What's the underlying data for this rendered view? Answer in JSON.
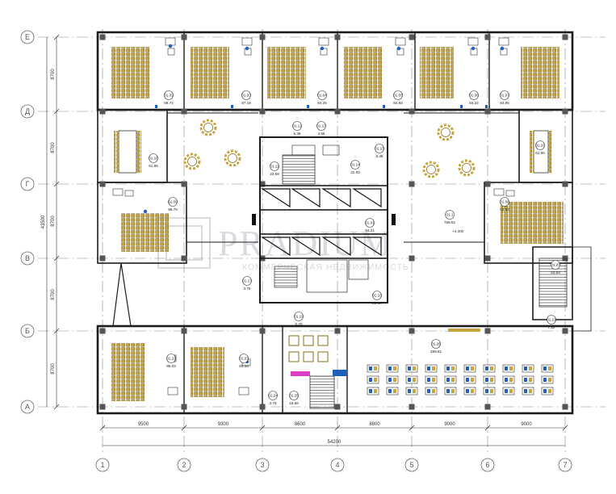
{
  "watermark": {
    "brand": "PRADIUM",
    "tagline": "КОММЕРЧЕСКАЯ НЕДВИЖИМОСТЬ"
  },
  "axes": {
    "rows": [
      "Е",
      "Д",
      "Г",
      "В",
      "Б",
      "А"
    ],
    "cols": [
      "1",
      "2",
      "3",
      "4",
      "5",
      "6",
      "7"
    ]
  },
  "dimensions": {
    "bottom": [
      "9500",
      "9300",
      "8600",
      "8800",
      "9000",
      "9000"
    ],
    "total": "54200",
    "left": [
      "8700",
      "8700",
      "8700",
      "8700",
      "8700"
    ],
    "left_total": "43500"
  },
  "rooms": [
    {
      "num": "01.02",
      "area": "89.72"
    },
    {
      "num": "01.03",
      "area": "87.18"
    },
    {
      "num": "01.04",
      "area": "84.25"
    },
    {
      "num": "01.05",
      "area": "84.58"
    },
    {
      "num": "01.06",
      "area": "84.32"
    },
    {
      "num": "01.07",
      "area": "84.95"
    },
    {
      "num": "01.16",
      "area": "61.95"
    },
    {
      "num": "01.09",
      "area": "95.76"
    },
    {
      "num": "01.08",
      "area": "83.93"
    },
    {
      "num": "01.10",
      "area": "61.95"
    },
    {
      "num": "01.12",
      "area": "5.36"
    },
    {
      "num": "01.13",
      "area": "4.56"
    },
    {
      "num": "01.11",
      "area": "23.58"
    },
    {
      "num": "01.14",
      "area": "22.93"
    },
    {
      "num": "01.15",
      "area": "6.48"
    },
    {
      "num": "01.01",
      "area": "94.21"
    },
    {
      "num": "01.1",
      "area": "768.52"
    },
    {
      "num": "01.17",
      "area": "3.75"
    },
    {
      "num": "01.18",
      "area": "22.80"
    },
    {
      "num": "01.19",
      "area": "5.20"
    },
    {
      "num": "01.20",
      "area": "23.83"
    },
    {
      "num": "01.21",
      "area": "7.52"
    },
    {
      "num": "01.22",
      "area": "96.03"
    },
    {
      "num": "01.23",
      "area": "83.10"
    },
    {
      "num": "01.24",
      "area": "3.76"
    },
    {
      "num": "01.25",
      "area": "18.56"
    },
    {
      "num": "01.26",
      "area": "289.81"
    }
  ],
  "level_mark": "+4.300",
  "colors": {
    "seat": "#c8a53c",
    "wall": "#1c1c1c",
    "accent": "#1f5fbf",
    "pink": "#d93fc8"
  }
}
